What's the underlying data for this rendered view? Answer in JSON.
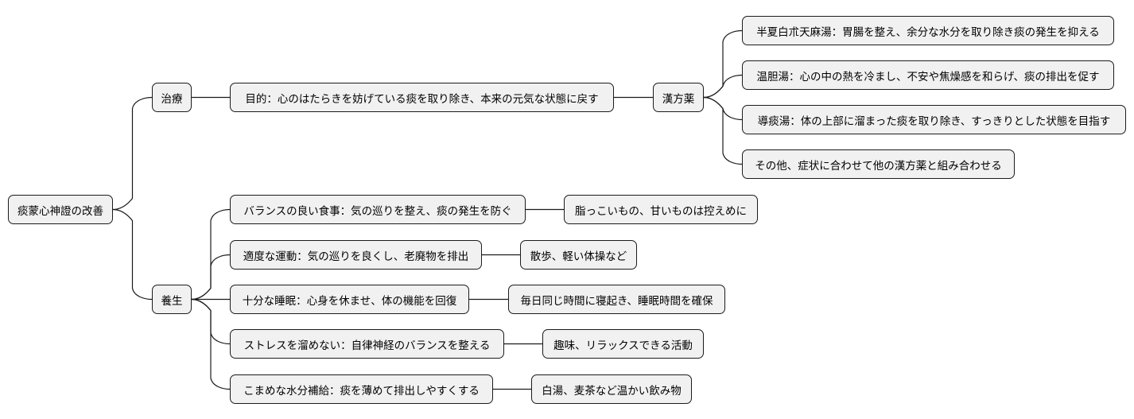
{
  "root": {
    "label": "痰蒙心神證の改善"
  },
  "treatment": {
    "label": "治療",
    "purpose": "目的：心のはたらきを妨げている痰を取り除き、本来の元気な状態に戻す",
    "kampo": {
      "label": "漢方薬",
      "items": [
        "半夏白朮天麻湯：胃腸を整え、余分な水分を取り除き痰の発生を抑える",
        "温胆湯：心の中の熱を冷まし、不安や焦燥感を和らげ、痰の排出を促す",
        "導痰湯：体の上部に溜まった痰を取り除き、すっきりとした状態を目指す",
        "その他、症状に合わせて他の漢方薬と組み合わせる"
      ]
    }
  },
  "yojo": {
    "label": "養生",
    "items": [
      {
        "label": "バランスの良い食事：気の巡りを整え、痰の発生を防ぐ",
        "detail": "脂っこいもの、甘いものは控えめに"
      },
      {
        "label": "適度な運動：気の巡りを良くし、老廃物を排出",
        "detail": "散歩、軽い体操など"
      },
      {
        "label": "十分な睡眠：心身を休ませ、体の機能を回復",
        "detail": "毎日同じ時間に寝起き、睡眠時間を確保"
      },
      {
        "label": "ストレスを溜めない：自律神経のバランスを整える",
        "detail": "趣味、リラックスできる活動"
      },
      {
        "label": "こまめな水分補給：痰を薄めて排出しやすくする",
        "detail": "白湯、麦茶など温かい飲み物"
      }
    ]
  }
}
